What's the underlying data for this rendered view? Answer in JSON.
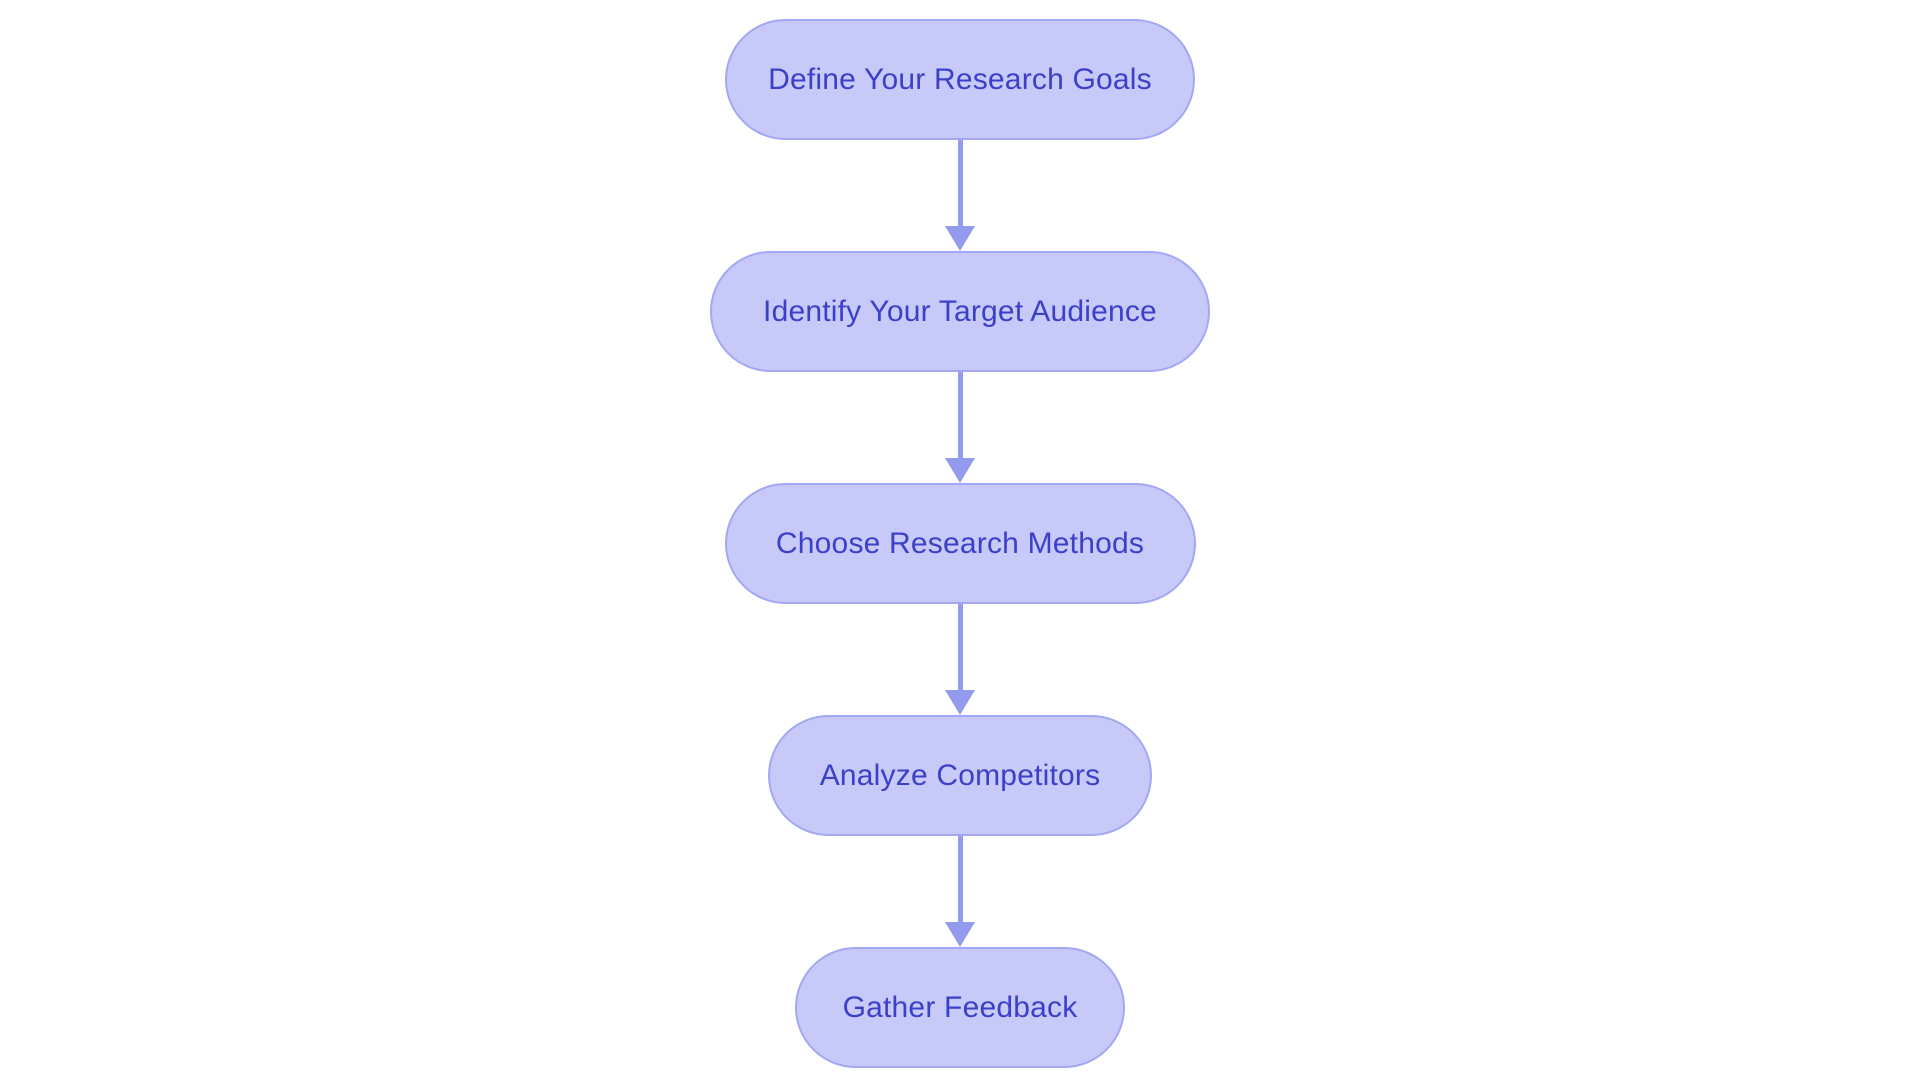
{
  "diagram": {
    "type": "flowchart",
    "direction": "top-down",
    "steps": [
      {
        "label": "Define Your Research Goals"
      },
      {
        "label": "Identify Your Target Audience"
      },
      {
        "label": "Choose Research Methods"
      },
      {
        "label": "Analyze Competitors"
      },
      {
        "label": "Gather Feedback"
      }
    ],
    "colors": {
      "node_fill": "#c7c9f8",
      "node_border": "#a2a8f2",
      "node_text": "#3b40c8",
      "arrow": "#939bef",
      "background": "#ffffff"
    }
  }
}
